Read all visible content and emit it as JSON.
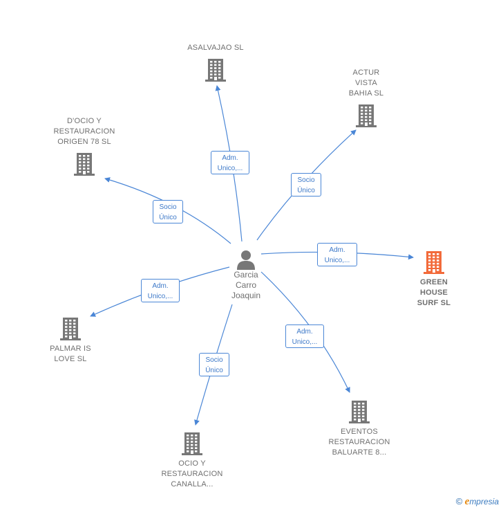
{
  "colors": {
    "edge": "#4a86d6",
    "building": "#777777",
    "highlight": "#f26a3a",
    "text": "#6f6f6f"
  },
  "center": {
    "label": "Garcia\nCarro\nJoaquin",
    "icon": "person-icon"
  },
  "nodes": [
    {
      "id": "asalvajao",
      "label": "ASALVAJAO  SL",
      "icon": "building-icon",
      "highlight": false
    },
    {
      "id": "actur",
      "label": "ACTUR\nVISTA\nBAHIA  SL",
      "icon": "building-icon",
      "highlight": false
    },
    {
      "id": "docio",
      "label": "D'OCIO Y\nRESTAURACION\nORIGEN 78 SL",
      "icon": "building-icon",
      "highlight": false
    },
    {
      "id": "green",
      "label": "GREEN\nHOUSE\nSURF  SL",
      "icon": "building-icon",
      "highlight": true
    },
    {
      "id": "palmar",
      "label": "PALMAR IS\nLOVE  SL",
      "icon": "building-icon",
      "highlight": false
    },
    {
      "id": "eventos",
      "label": "EVENTOS\nRESTAURACION\nBALUARTE 8...",
      "icon": "building-icon",
      "highlight": false
    },
    {
      "id": "canalla",
      "label": "OCIO Y\nRESTAURACION\nCANALLA...",
      "icon": "building-icon",
      "highlight": false
    }
  ],
  "edges": [
    {
      "to": "asalvajao",
      "label": "Adm.\nUnico,..."
    },
    {
      "to": "actur",
      "label": "Socio\nÚnico"
    },
    {
      "to": "docio",
      "label": "Socio\nÚnico"
    },
    {
      "to": "green",
      "label": "Adm.\nUnico,..."
    },
    {
      "to": "palmar",
      "label": "Adm.\nUnico,..."
    },
    {
      "to": "eventos",
      "label": "Adm.\nUnico,..."
    },
    {
      "to": "canalla",
      "label": "Socio\nÚnico"
    }
  ],
  "brand": {
    "copyright": "©",
    "e": "e",
    "rest": "mpresia"
  }
}
